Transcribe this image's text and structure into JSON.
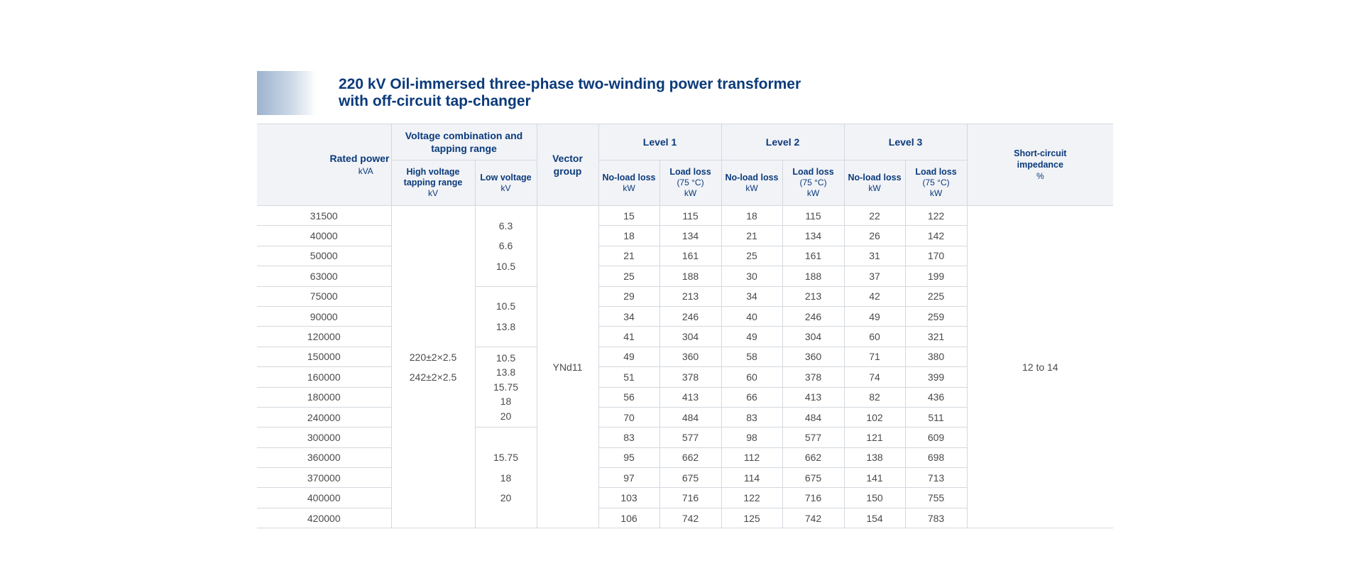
{
  "title": {
    "line1": "220 kV Oil-immersed three-phase two-winding power transformer",
    "line2": "with off-circuit tap-changer"
  },
  "headers": {
    "rated_power": "Rated power",
    "rated_power_unit": "kVA",
    "voltage_combination": "Voltage combination and tapping range",
    "high_voltage": "High voltage tapping range",
    "high_voltage_unit": "kV",
    "low_voltage": "Low voltage",
    "low_voltage_unit": "kV",
    "vector_group": "Vector group",
    "level1": "Level 1",
    "level2": "Level 2",
    "level3": "Level 3",
    "no_load_loss": "No-load loss",
    "no_load_loss_unit": "kW",
    "load_loss": "Load loss",
    "load_loss_temp": "(75 °C)",
    "load_loss_unit": "kW",
    "short_circuit": "Short-circuit impedance",
    "short_circuit_unit": "%"
  },
  "merged": {
    "high_voltage": [
      "220±2×2.5",
      "242±2×2.5"
    ],
    "low_voltage_groups": [
      [
        "6.3",
        "6.6",
        "10.5"
      ],
      [
        "10.5",
        "13.8"
      ],
      [
        "10.5",
        "13.8",
        "15.75",
        "18",
        "20"
      ],
      [
        "15.75",
        "18",
        "20"
      ]
    ],
    "vector_group": "YNd11",
    "short_circuit": "12 to 14"
  },
  "rows": [
    {
      "power": "31500",
      "l1_nl": "15",
      "l1_ll": "115",
      "l2_nl": "18",
      "l2_ll": "115",
      "l3_nl": "22",
      "l3_ll": "122"
    },
    {
      "power": "40000",
      "l1_nl": "18",
      "l1_ll": "134",
      "l2_nl": "21",
      "l2_ll": "134",
      "l3_nl": "26",
      "l3_ll": "142"
    },
    {
      "power": "50000",
      "l1_nl": "21",
      "l1_ll": "161",
      "l2_nl": "25",
      "l2_ll": "161",
      "l3_nl": "31",
      "l3_ll": "170"
    },
    {
      "power": "63000",
      "l1_nl": "25",
      "l1_ll": "188",
      "l2_nl": "30",
      "l2_ll": "188",
      "l3_nl": "37",
      "l3_ll": "199"
    },
    {
      "power": "75000",
      "l1_nl": "29",
      "l1_ll": "213",
      "l2_nl": "34",
      "l2_ll": "213",
      "l3_nl": "42",
      "l3_ll": "225"
    },
    {
      "power": "90000",
      "l1_nl": "34",
      "l1_ll": "246",
      "l2_nl": "40",
      "l2_ll": "246",
      "l3_nl": "49",
      "l3_ll": "259"
    },
    {
      "power": "120000",
      "l1_nl": "41",
      "l1_ll": "304",
      "l2_nl": "49",
      "l2_ll": "304",
      "l3_nl": "60",
      "l3_ll": "321"
    },
    {
      "power": "150000",
      "l1_nl": "49",
      "l1_ll": "360",
      "l2_nl": "58",
      "l2_ll": "360",
      "l3_nl": "71",
      "l3_ll": "380"
    },
    {
      "power": "160000",
      "l1_nl": "51",
      "l1_ll": "378",
      "l2_nl": "60",
      "l2_ll": "378",
      "l3_nl": "74",
      "l3_ll": "399"
    },
    {
      "power": "180000",
      "l1_nl": "56",
      "l1_ll": "413",
      "l2_nl": "66",
      "l2_ll": "413",
      "l3_nl": "82",
      "l3_ll": "436"
    },
    {
      "power": "240000",
      "l1_nl": "70",
      "l1_ll": "484",
      "l2_nl": "83",
      "l2_ll": "484",
      "l3_nl": "102",
      "l3_ll": "511"
    },
    {
      "power": "300000",
      "l1_nl": "83",
      "l1_ll": "577",
      "l2_nl": "98",
      "l2_ll": "577",
      "l3_nl": "121",
      "l3_ll": "609"
    },
    {
      "power": "360000",
      "l1_nl": "95",
      "l1_ll": "662",
      "l2_nl": "112",
      "l2_ll": "662",
      "l3_nl": "138",
      "l3_ll": "698"
    },
    {
      "power": "370000",
      "l1_nl": "97",
      "l1_ll": "675",
      "l2_nl": "114",
      "l2_ll": "675",
      "l3_nl": "141",
      "l3_ll": "713"
    },
    {
      "power": "400000",
      "l1_nl": "103",
      "l1_ll": "716",
      "l2_nl": "122",
      "l2_ll": "716",
      "l3_nl": "150",
      "l3_ll": "755"
    },
    {
      "power": "420000",
      "l1_nl": "106",
      "l1_ll": "742",
      "l2_nl": "125",
      "l2_ll": "742",
      "l3_nl": "154",
      "l3_ll": "783"
    }
  ]
}
